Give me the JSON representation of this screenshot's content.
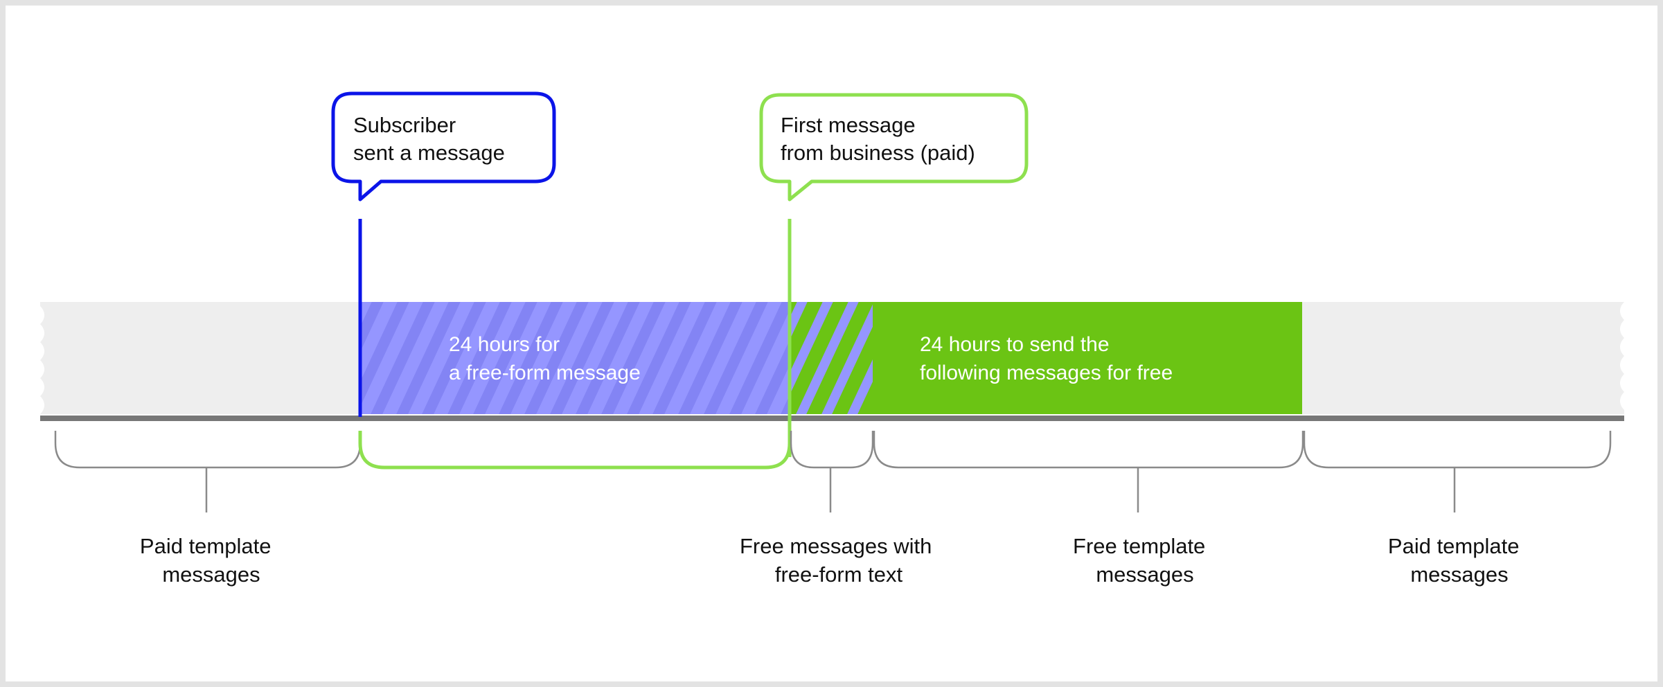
{
  "bubbles": {
    "subscriber": {
      "line1": "Subscriber",
      "line2": "sent a message"
    },
    "business": {
      "line1": "First message",
      "line2": "from business (paid)"
    }
  },
  "bands": {
    "free_form": {
      "line1": "24 hours for",
      "line2": "a free-form message"
    },
    "following": {
      "line1": "24 hours to send the",
      "line2": "following messages for free"
    }
  },
  "labels": {
    "paid_left": {
      "line1": "Paid template",
      "line2": "messages"
    },
    "free_form_text": {
      "line1": "Free messages with",
      "line2": "free-form text"
    },
    "free_template": {
      "line1": "Free template",
      "line2": "messages"
    },
    "paid_right": {
      "line1": "Paid template",
      "line2": "messages"
    }
  },
  "colors": {
    "frame": "#e3e3e3",
    "band_gray": "#eeeeee",
    "band_purple": "#9596ff",
    "stripe_purple": "#8384f4",
    "green": "#6bc414",
    "green_outline": "#8ee04f",
    "blue": "#0b14e8",
    "axis": "#777777",
    "brace": "#8a8a8a",
    "text_dark": "#111111",
    "text_light": "#ffffff"
  },
  "icons": {
    "subscriber_bubble": "speech-bubble-icon",
    "business_bubble": "speech-bubble-icon"
  }
}
